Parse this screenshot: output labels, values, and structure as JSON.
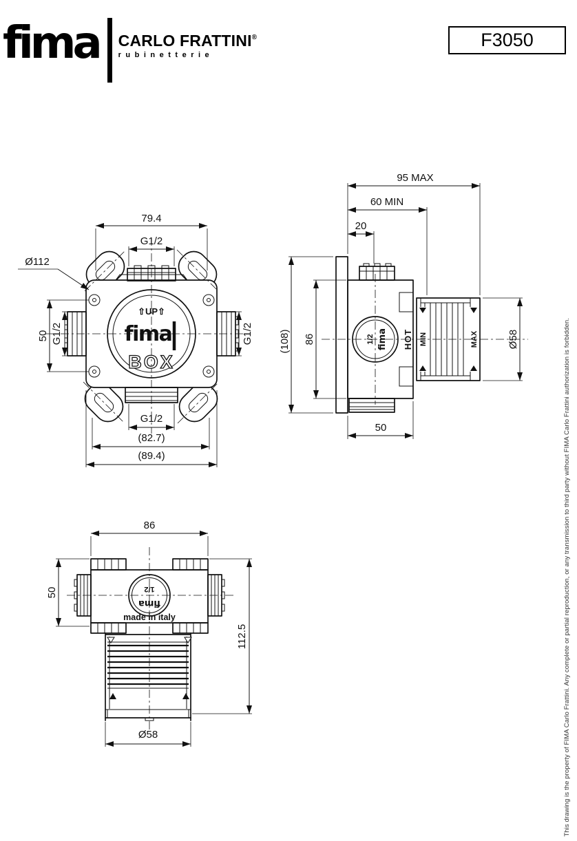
{
  "header": {
    "brand": {
      "logo_text": "fima",
      "name": "CARLO FRATTINI",
      "registered_mark": "®",
      "subtitle": "rubinetterie"
    },
    "product_code": "F3050"
  },
  "copyright_notice": "This drawing is the property of FIMA Carlo Frattini. Any complete or partial reproduction, or any transmission to third party without FIMA Carlo Frattini authorization is forbidden.",
  "views": {
    "front": {
      "dims": {
        "width_top": "79.4",
        "thread_top": "G1/2",
        "ear_circle_diameter": "Ø112",
        "height_left": "50",
        "thread_left": "G1/2",
        "thread_right": "G1/2",
        "thread_bottom": "G1/2",
        "width_inner": "(82.7)",
        "width_outer": "(89.4)"
      },
      "labels": {
        "up": "⇧UP⇧",
        "brand": "fima",
        "box": "BOX"
      }
    },
    "side": {
      "dims": {
        "depth_max": "95 MAX",
        "depth_min": "60 MIN",
        "flange_offset": "20",
        "height_overall": "(108)",
        "height_body": "86",
        "depth_body": "50",
        "sleeve_diameter": "Ø58"
      },
      "labels": {
        "brand": "fima",
        "size": "1/2",
        "hot": "HOT",
        "min": "MIN",
        "max": "MAX"
      }
    },
    "bottom": {
      "dims": {
        "width_body": "86",
        "depth_left": "50",
        "height_overall": "112.5",
        "sleeve_diameter": "Ø58"
      },
      "labels": {
        "brand": "fima",
        "size": "1/2",
        "made_in": "made in italy"
      }
    }
  }
}
